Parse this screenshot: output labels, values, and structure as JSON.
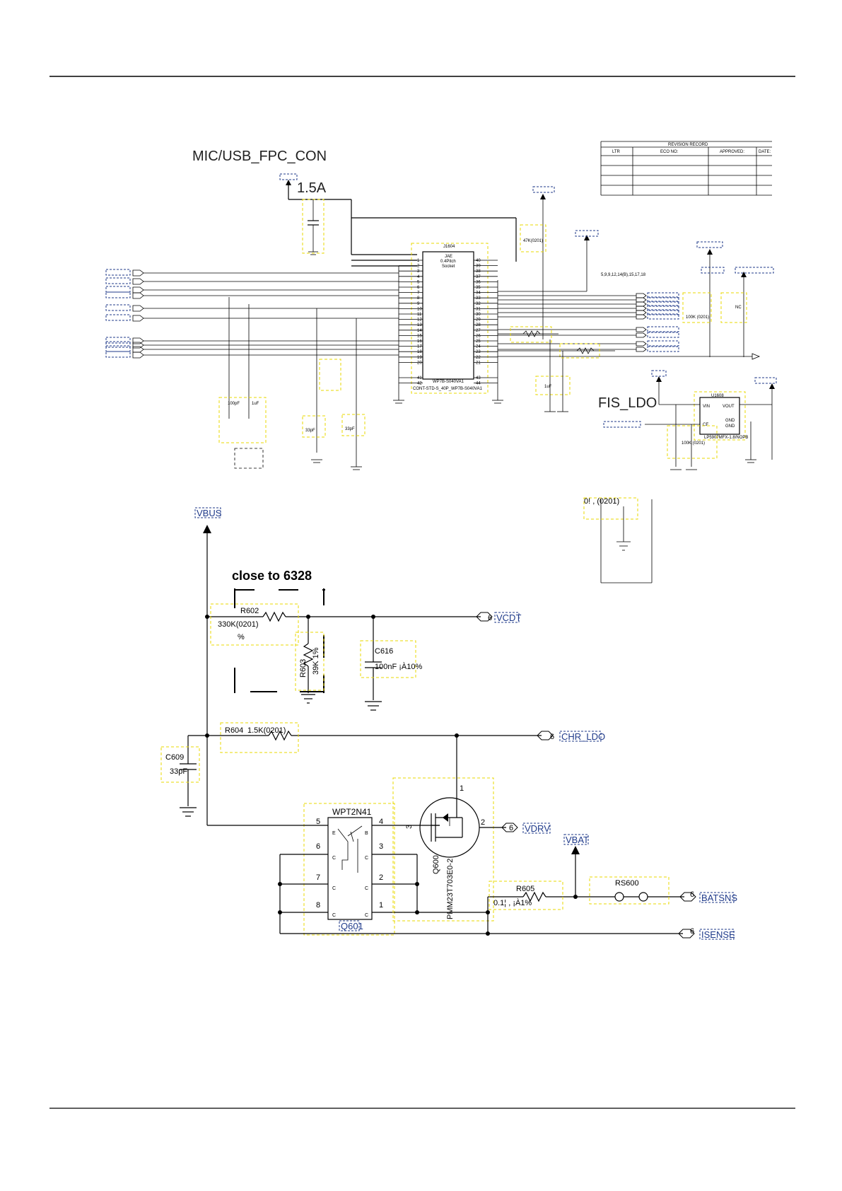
{
  "titles": {
    "top_section": "MIC/USB_FPC_CON",
    "fis_ldo": "FIS_LDO",
    "close_note": "close to 6328"
  },
  "top": {
    "current_label": "1.5A",
    "connector": {
      "ref": "J1604",
      "desc1": "JAE",
      "desc2": "0.4Pitch",
      "desc3": "Socket",
      "part1": "WP7B-S040VA1",
      "part2": "CONT-STD-S_40P_WP7B-S040VA1",
      "pins_left": [
        "1",
        "2",
        "3",
        "4",
        "5",
        "6",
        "7",
        "8",
        "9",
        "10",
        "11",
        "12",
        "13",
        "14",
        "15",
        "16",
        "17",
        "18",
        "19",
        "20",
        "41",
        "42"
      ],
      "pins_right": [
        "40",
        "39",
        "38",
        "37",
        "36",
        "35",
        "34",
        "33",
        "32",
        "31",
        "30",
        "29",
        "28",
        "27",
        "26",
        "25",
        "24",
        "23",
        "22",
        "21",
        "43",
        "44"
      ]
    },
    "pin_note": "5,9,9,12,14(B),15,17,18",
    "r_top_value": "47K(0201)",
    "r_right1": "100K (0201)",
    "r_right2": "NC",
    "rev_table": {
      "title": "REVISION RECORD",
      "headers": [
        "LTR",
        "ECO NO:",
        "APPROVED:",
        "DATE:"
      ]
    },
    "ldo": {
      "ref": "U1608",
      "pins": [
        "VIN",
        "VOUT",
        "CE",
        "GND",
        "GND"
      ],
      "part": "LP5907MFX-1.8/NOPB",
      "r_value": "100K (0201)"
    },
    "cap_labels": [
      "100pF",
      "1uF",
      "33pF",
      "33pF",
      "1uF"
    ],
    "partial_value": "0! , (0201)"
  },
  "nets": {
    "vbus": "VBUS",
    "vcdt": "VCDT",
    "chr_ldo": "CHR_LDO",
    "vdrv": "VDRV",
    "vbat": "VBAT",
    "batsns": "BATSNS",
    "isense": "ISENSE",
    "port_num": "6"
  },
  "components": {
    "r602": {
      "ref": "R602",
      "value": "330K(0201)",
      "tol": "%"
    },
    "r603": {
      "ref": "R603",
      "value": "39K 1%",
      "tol": "1%"
    },
    "c616": {
      "ref": "C616",
      "value": "100nF ¡À10%"
    },
    "r604": {
      "ref": "R604",
      "value": "1.5K(0201)"
    },
    "c609": {
      "ref": "C609",
      "value": "33pF"
    },
    "q601": {
      "ref": "Q601",
      "part": "WPT2N41",
      "pins": [
        "5",
        "4",
        "6",
        "3",
        "7",
        "2",
        "8",
        "1"
      ]
    },
    "q600": {
      "ref": "Q600",
      "part": "PMM23T703E0-2",
      "pins": [
        "1",
        "2",
        "3"
      ]
    },
    "r605": {
      "ref": "R605",
      "value": "0.1¦ , ¡À1%"
    },
    "rs600": {
      "ref": "RS600"
    }
  }
}
